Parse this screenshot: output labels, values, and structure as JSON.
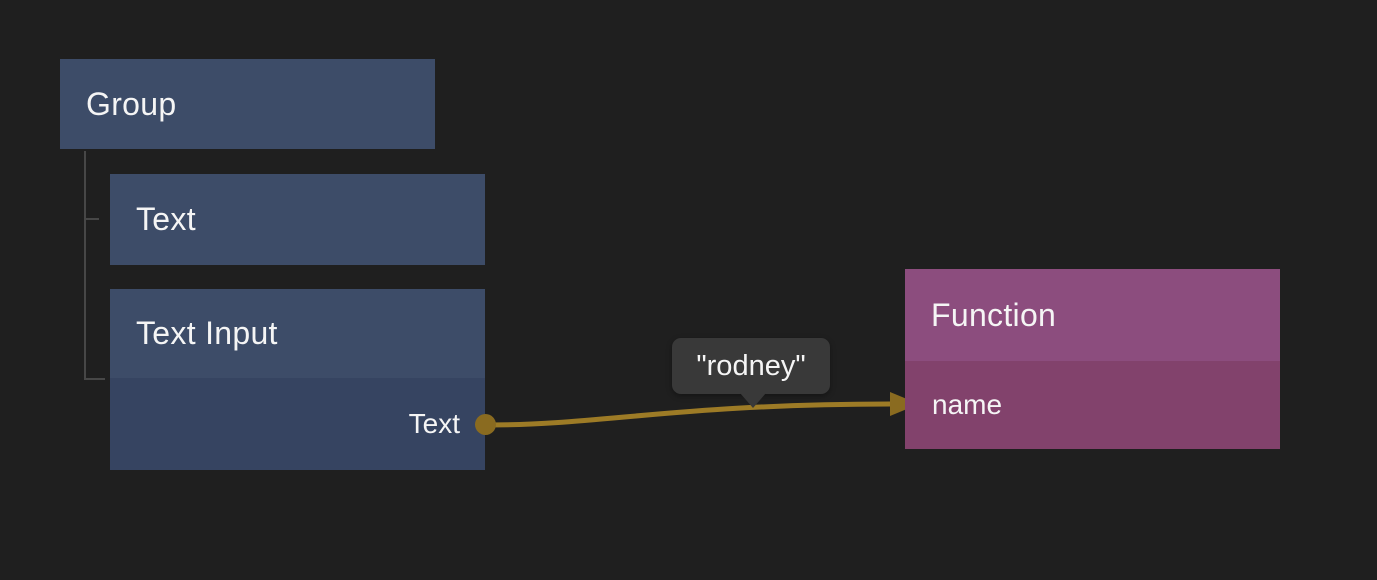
{
  "nodes": {
    "group": {
      "title": "Group"
    },
    "text": {
      "title": "Text"
    },
    "textInput": {
      "title": "Text Input",
      "output_label": "Text"
    },
    "function": {
      "title": "Function",
      "input_label": "name"
    }
  },
  "connection": {
    "value_tooltip": "\"rodney\"",
    "from_node": "Text Input",
    "from_port": "Text",
    "to_node": "Function",
    "to_port": "name"
  },
  "colors": {
    "background": "#1f1f1f",
    "node_blue_header": "#3d4c68",
    "node_blue_body": "#364461",
    "node_purple_header": "#8c4d7e",
    "node_purple_body": "#82426c",
    "wire": "#9d7b26",
    "port": "#8a6b20",
    "tree_line": "#474747",
    "tooltip_bg": "#393939",
    "text": "#f5f5f5"
  }
}
